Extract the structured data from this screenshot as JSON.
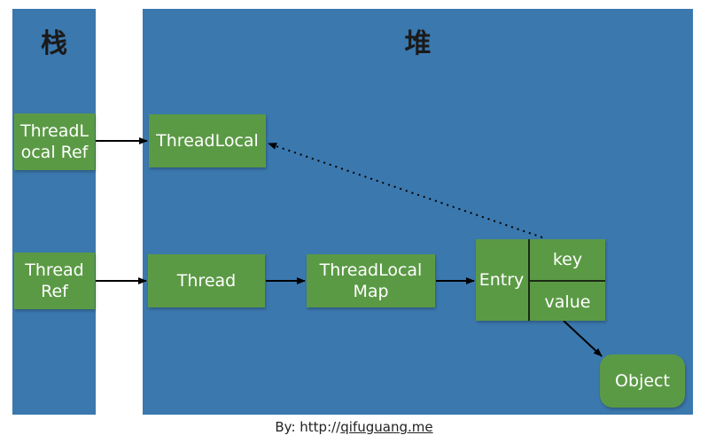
{
  "stack": {
    "title": "栈"
  },
  "heap": {
    "title": "堆"
  },
  "nodes": {
    "threadlocal_ref": "ThreadL\nocal Ref",
    "thread_ref": "Thread\nRef",
    "threadlocal": "ThreadLocal",
    "thread": "Thread",
    "threadlocal_map": "ThreadLocal\nMap",
    "entry": {
      "label": "Entry",
      "key": "key",
      "value": "value"
    },
    "object": "Object"
  },
  "caption": {
    "prefix": "By: http://",
    "link": "qifuguang.me"
  },
  "colors": {
    "panel": "#3b78ae",
    "node": "#5b9a45",
    "node_text": "#ffffff",
    "arrow": "#000000"
  }
}
